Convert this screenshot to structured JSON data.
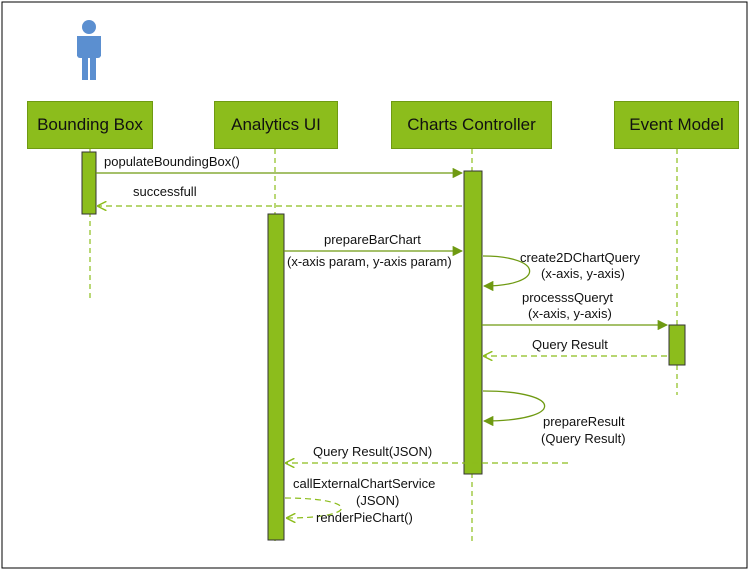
{
  "lifelines": [
    {
      "id": "bounding-box",
      "label": "Bounding Box"
    },
    {
      "id": "analytics-ui",
      "label": "Analytics UI"
    },
    {
      "id": "charts-controller",
      "label": "Charts Controller"
    },
    {
      "id": "event-model",
      "label": "Event Model"
    }
  ],
  "messages": {
    "populate": "populateBoundingBox()",
    "successful": "successfull",
    "prepare_bar_1": "prepareBarChart",
    "prepare_bar_2": "(x-axis param, y-axis param)",
    "create2d_1": "create2DChartQuery",
    "create2d_2": "(x-axis, y-axis)",
    "process_1": "processsQueryt",
    "process_2": "(x-axis, y-axis)",
    "query_result": "Query Result",
    "prepare_result_1": "prepareResult",
    "prepare_result_2": "(Query Result)",
    "query_result_json": "Query Result(JSON)",
    "call_external_1": "callExternalChartService",
    "call_external_2": "(JSON)",
    "render_pie": "renderPieChart()"
  },
  "colors": {
    "accent": "#8cbd1c",
    "arrow": "#6f9a12",
    "actor": "#5b8fd0"
  }
}
